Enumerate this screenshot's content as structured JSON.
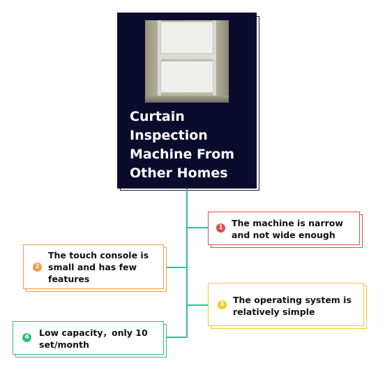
{
  "main": {
    "title": "Curtain Inspection Machine From Other Homes",
    "image_alt": "photo of curtain inspection machine"
  },
  "colors": {
    "main_bg": "#0b0b2e",
    "connector": "#2fbf9a",
    "issue_1": "#e34b4b",
    "issue_2": "#f59b42",
    "issue_3": "#f2cc25",
    "issue_4": "#2fbf7a"
  },
  "issues": [
    {
      "number": "1",
      "text": "The machine is narrow and not wide enough"
    },
    {
      "number": "2",
      "text": "The touch console is small and has few features"
    },
    {
      "number": "3",
      "text": "The operating system is relatively simple"
    },
    {
      "number": "4",
      "text": "Low capacity，only 10 set/month"
    }
  ]
}
